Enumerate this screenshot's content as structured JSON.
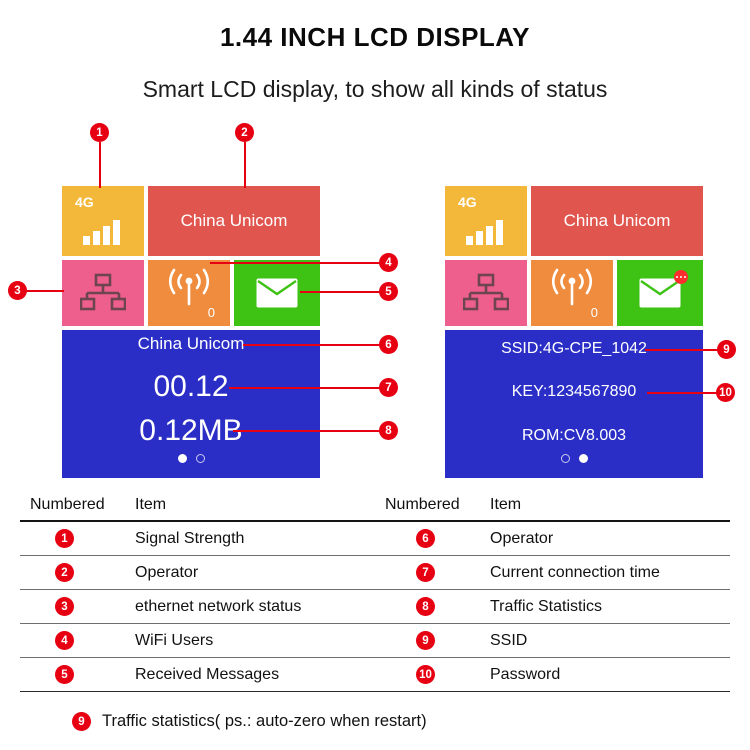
{
  "header": {
    "title": "1.44 INCH LCD DISPLAY",
    "subtitle": "Smart LCD display, to show all kinds of status"
  },
  "lcd_left": {
    "signal_label": "4G",
    "operator": "China Unicom",
    "wifi_count": "0",
    "status_line": "China Unicom",
    "time_line": "00.12",
    "traffic_line": "0.12MB"
  },
  "lcd_right": {
    "signal_label": "4G",
    "operator": "China Unicom",
    "wifi_count": "0",
    "ssid_line": "SSID:4G-CPE_1042",
    "key_line": "KEY:1234567890",
    "rom_line": "ROM:CV8.003"
  },
  "callouts": [
    "1",
    "2",
    "3",
    "4",
    "5",
    "6",
    "7",
    "8",
    "9",
    "10"
  ],
  "table": {
    "headers": [
      "Numbered",
      "Item",
      "Numbered",
      "Item"
    ],
    "rows": [
      {
        "left_num": "1",
        "left_item": "Signal Strength",
        "right_num": "6",
        "right_item": "Operator"
      },
      {
        "left_num": "2",
        "left_item": "Operator",
        "right_num": "7",
        "right_item": "Current connection time"
      },
      {
        "left_num": "3",
        "left_item": "ethernet network status",
        "right_num": "8",
        "right_item": "Traffic Statistics"
      },
      {
        "left_num": "4",
        "left_item": "WiFi Users",
        "right_num": "9",
        "right_item": "SSID"
      },
      {
        "left_num": "5",
        "left_item": "Received Messages",
        "right_num": "10",
        "right_item": "Password"
      }
    ]
  },
  "footnote": {
    "number": "9",
    "text": "Traffic statistics( ps.: auto-zero when restart)"
  },
  "colors": {
    "callout_red": "#e60012",
    "signal_yellow": "#f3b83a",
    "operator_coral": "#e0564f",
    "ethernet_pink": "#ef5f8d",
    "wifi_orange": "#ef8c3e",
    "mail_green": "#3ec214",
    "screen_blue": "#2a2ec6"
  }
}
